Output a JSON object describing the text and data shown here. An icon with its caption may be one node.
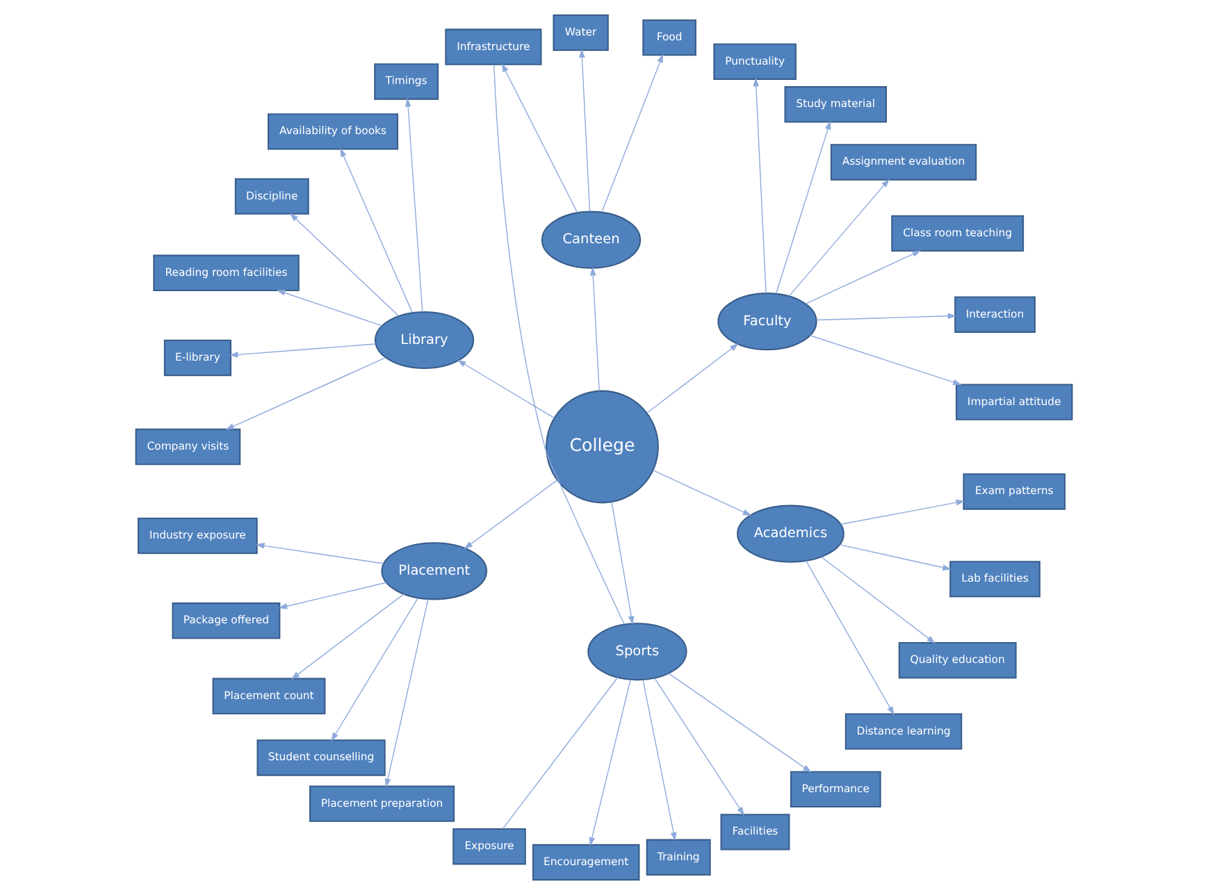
{
  "diagram": {
    "nodes": [
      {
        "text": [
          "Impartial attitude"
        ]
      },
      {
        "text": [
          "Interaction"
        ]
      },
      {
        "text": [
          "Class room teaching"
        ]
      },
      {
        "text": [
          "Assignment evaluation"
        ]
      },
      {
        "text": [
          "Faculty"
        ]
      },
      {
        "text": [
          "Study material"
        ]
      },
      {
        "text": [
          "Punctuality"
        ]
      },
      {
        "text": [
          "Timings"
        ]
      },
      {
        "text": [
          "Canteen"
        ]
      },
      {
        "text": [
          "Food"
        ]
      },
      {
        "text": [
          "Availability of books"
        ]
      },
      {
        "text": [
          "Library"
        ]
      },
      {
        "text": [
          "College"
        ]
      },
      {
        "text": [
          "Discipline"
        ]
      },
      {
        "text": [
          "Water"
        ]
      },
      {
        "text": [
          "Infrastructure"
        ]
      },
      {
        "text": [
          "Reading room facilities"
        ]
      },
      {
        "text": [
          "Placement"
        ]
      },
      {
        "text": [
          "Sports"
        ]
      },
      {
        "text": [
          "E-library"
        ]
      },
      {
        "text": [
          "Exposure"
        ]
      },
      {
        "text": [
          "Academics"
        ]
      },
      {
        "text": [
          "Industry exposure"
        ]
      },
      {
        "text": [
          "Company visits"
        ]
      },
      {
        "text": [
          "Package offered"
        ]
      },
      {
        "text": [
          "Encouragement"
        ]
      },
      {
        "text": [
          "Training"
        ]
      },
      {
        "text": [
          "Placement count"
        ]
      },
      {
        "text": [
          "Student counselling"
        ]
      },
      {
        "text": [
          "Facilities"
        ]
      },
      {
        "text": [
          "Distance learning"
        ]
      },
      {
        "text": [
          "Quality education"
        ]
      },
      {
        "text": [
          "Placement preparation"
        ]
      },
      {
        "text": [
          "Performance"
        ]
      },
      {
        "text": [
          "Lab facilities"
        ]
      },
      {
        "text": [
          "Exam patterns"
        ]
      }
    ],
    "edges": [
      {
        "from": 12,
        "to": 4,
        "arrow": "to"
      },
      {
        "from": 12,
        "to": 8,
        "arrow": "to"
      },
      {
        "from": 12,
        "to": 11,
        "arrow": "to"
      },
      {
        "from": 12,
        "to": 17,
        "arrow": "to"
      },
      {
        "from": 12,
        "to": 21,
        "arrow": "to"
      },
      {
        "from": 12,
        "to": 18,
        "arrow": "to"
      },
      {
        "from": 4,
        "to": 2,
        "arrow": "to"
      },
      {
        "from": 4,
        "to": 0,
        "arrow": "to"
      },
      {
        "from": 4,
        "to": 1,
        "arrow": "to"
      },
      {
        "from": 4,
        "to": 3,
        "arrow": "to"
      },
      {
        "from": 4,
        "to": 5,
        "arrow": "to"
      },
      {
        "from": 4,
        "to": 6,
        "arrow": "to"
      },
      {
        "from": 11,
        "to": 7,
        "arrow": "to"
      },
      {
        "from": 11,
        "to": 10,
        "arrow": "to"
      },
      {
        "from": 11,
        "to": 13,
        "arrow": "to"
      },
      {
        "from": 11,
        "to": 16,
        "arrow": "to"
      },
      {
        "from": 11,
        "to": 19,
        "arrow": "to"
      },
      {
        "from": 11,
        "to": 23,
        "arrow": "to"
      },
      {
        "from": 8,
        "to": 9,
        "arrow": "to"
      },
      {
        "from": 8,
        "to": 14,
        "arrow": "to"
      },
      {
        "from": 8,
        "to": 15,
        "arrow": "to"
      },
      {
        "from": 17,
        "to": 28,
        "arrow": "to"
      },
      {
        "from": 17,
        "to": 24,
        "arrow": "to"
      },
      {
        "from": 17,
        "to": 22,
        "arrow": "to"
      },
      {
        "from": 17,
        "to": 27,
        "arrow": "to"
      },
      {
        "from": 17,
        "to": 32,
        "arrow": "to"
      },
      {
        "from": 18,
        "to": 15,
        "arrow": "none"
      },
      {
        "from": 18,
        "to": 20,
        "arrow": "none"
      },
      {
        "from": 18,
        "to": 25,
        "arrow": "to"
      },
      {
        "from": 18,
        "to": 29,
        "arrow": "to"
      },
      {
        "from": 18,
        "to": 33,
        "arrow": "to"
      },
      {
        "from": 18,
        "to": 26,
        "arrow": "to"
      },
      {
        "from": 21,
        "to": 30,
        "arrow": "to"
      },
      {
        "from": 21,
        "to": 34,
        "arrow": "to"
      },
      {
        "from": 21,
        "to": 35,
        "arrow": "to"
      },
      {
        "from": 21,
        "to": 31,
        "arrow": "to"
      }
    ]
  }
}
